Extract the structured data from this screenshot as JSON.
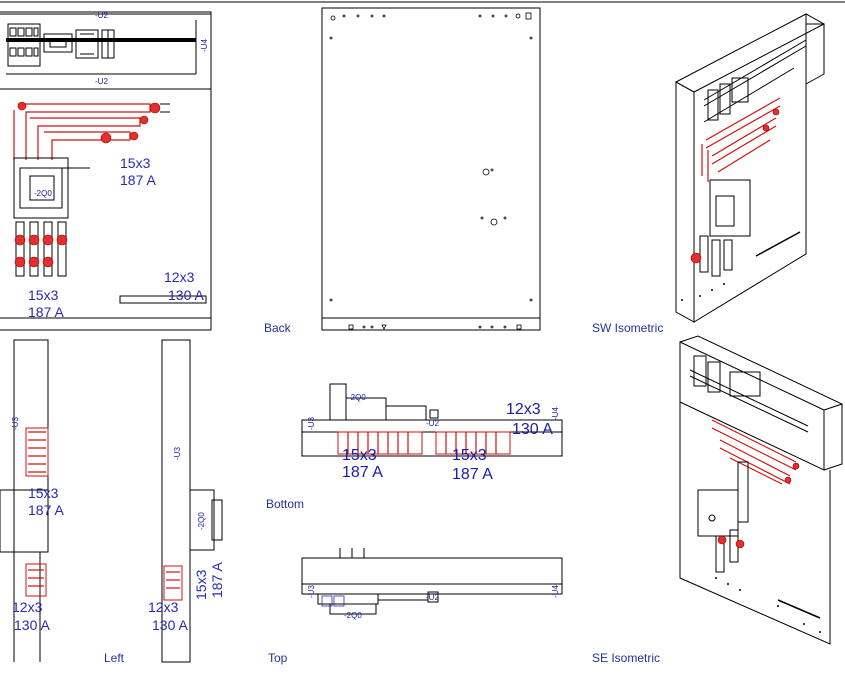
{
  "view_labels": {
    "back": "Back",
    "sw_isometric": "SW Isometric",
    "bottom": "Bottom",
    "se_isometric": "SE Isometric",
    "left": "Left",
    "top": "Top"
  },
  "front_view": {
    "rail_top": "-U2",
    "rail_mid": "-U2",
    "rail_right": "-U4",
    "breaker_tag": "-2Q0",
    "bar1_size": "15x3",
    "bar1_current": "187 A",
    "bar2_size": "15x3",
    "bar2_current": "187 A",
    "bar3_size": "12x3",
    "bar3_current": "130 A"
  },
  "bottom_view": {
    "rail_left": "-U3",
    "rail_right": "-U4",
    "rail_mid": "-U2",
    "breaker_tag": "-2Q0",
    "bar1_size": "15x3",
    "bar1_current": "187 A",
    "bar2_size": "15x3",
    "bar2_current": "187 A",
    "bar3_size": "12x3",
    "bar3_current": "130 A"
  },
  "top_view": {
    "rail_left": "-U3",
    "rail_right": "-U4",
    "rail_mid": "-U2",
    "breaker_tag": "-2Q0"
  },
  "left_view": {
    "rail": "-U3",
    "bar1_size": "15x3",
    "bar1_current": "187 A",
    "bar2_size": "12x3",
    "bar2_current": "130 A"
  },
  "right_side_view": {
    "rail": "-U3",
    "breaker_tag": "-2Q0",
    "bar1_size": "15x3",
    "bar1_current": "187 A",
    "bar2_size": "12x3",
    "bar2_current": "130 A"
  },
  "colors": {
    "linework": "#000000",
    "busbar_red": "#d01010",
    "annotation_blue": "#2a2ab0",
    "background": "#ffffff"
  }
}
